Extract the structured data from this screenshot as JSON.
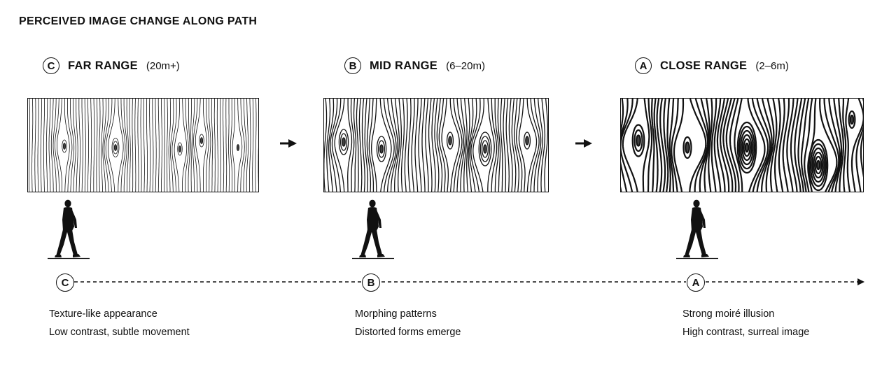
{
  "title": "PERCEIVED IMAGE CHANGE ALONG PATH",
  "ranges": [
    {
      "letter": "C",
      "name": "FAR RANGE",
      "distance": "(20m+)",
      "line1": "Texture-like appearance",
      "line2": "Low contrast, subtle movement"
    },
    {
      "letter": "B",
      "name": "MID RANGE",
      "distance": "(6–20m)",
      "line1": "Morphing patterns",
      "line2": "Distorted forms emerge"
    },
    {
      "letter": "A",
      "name": "CLOSE RANGE",
      "distance": "(2–6m)",
      "line1": "Strong moiré illusion",
      "line2": "High contrast, surreal image"
    }
  ],
  "colors": {
    "ink": "#111111",
    "background": "#ffffff"
  },
  "icons": {
    "walker": "walking-person-icon",
    "arrow": "arrow-right-icon"
  }
}
